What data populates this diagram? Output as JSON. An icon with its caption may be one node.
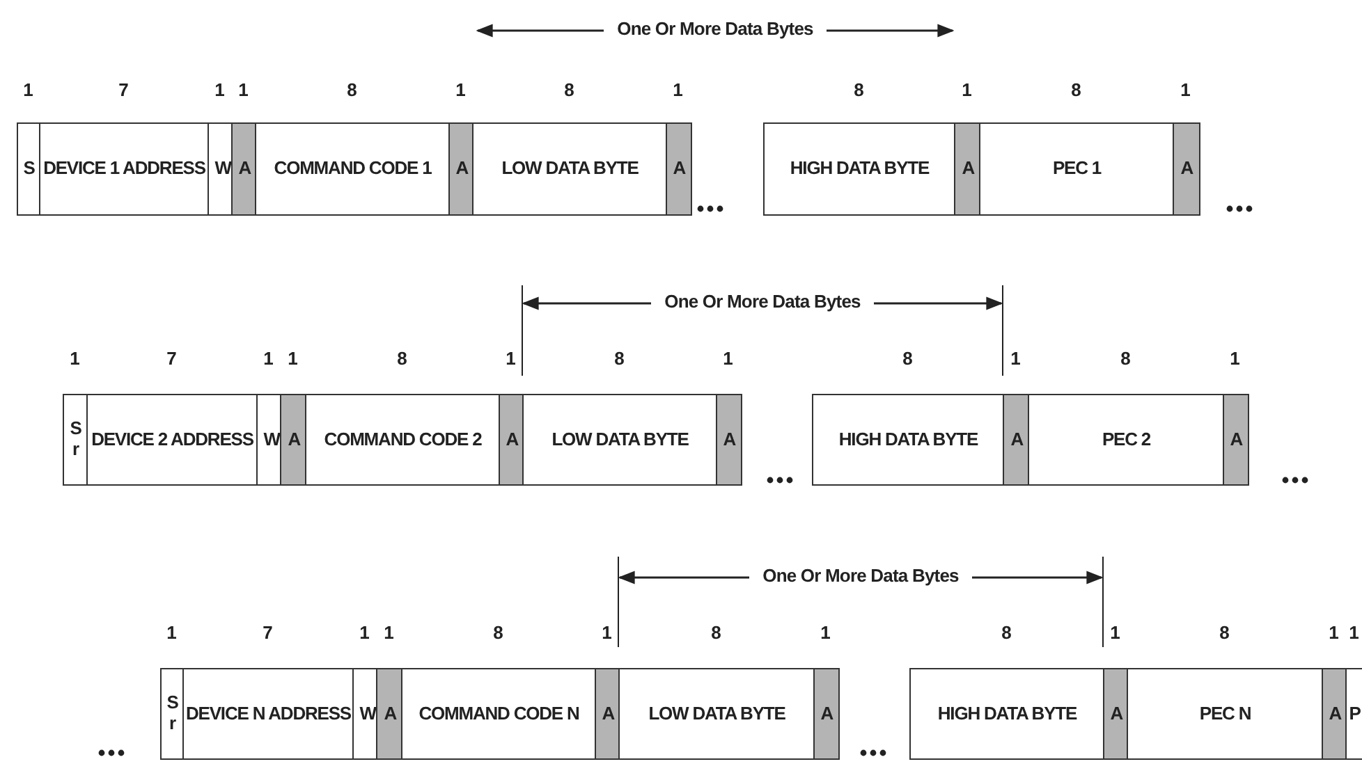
{
  "diagram": {
    "nodes": [
      {
        "text": [
          "S"
        ]
      },
      {
        "text": [
          "DEVICE 1 ADDRESS"
        ]
      },
      {
        "text": [
          "W"
        ]
      },
      {
        "text": [
          "A"
        ]
      },
      {
        "text": [
          "COMMAND CODE 1"
        ]
      },
      {
        "text": [
          "A"
        ]
      },
      {
        "text": [
          "LOW DATA BYTE"
        ]
      },
      {
        "text": [
          "A"
        ]
      },
      {
        "text": [
          "HIGH DATA BYTE"
        ]
      },
      {
        "text": [
          "A"
        ]
      },
      {
        "text": [
          "PEC 1"
        ]
      },
      {
        "text": [
          "A"
        ]
      },
      {
        "text": [
          "Sr"
        ]
      },
      {
        "text": [
          "DEVICE 2 ADDRESS"
        ]
      },
      {
        "text": [
          "W"
        ]
      },
      {
        "text": [
          "A"
        ]
      },
      {
        "text": [
          "COMMAND CODE 2"
        ]
      },
      {
        "text": [
          "A"
        ]
      },
      {
        "text": [
          "LOW DATA BYTE"
        ]
      },
      {
        "text": [
          "A"
        ]
      },
      {
        "text": [
          "HIGH DATA BYTE"
        ]
      },
      {
        "text": [
          "A"
        ]
      },
      {
        "text": [
          "PEC 2"
        ]
      },
      {
        "text": [
          "A"
        ]
      },
      {
        "text": [
          "Sr"
        ]
      },
      {
        "text": [
          "DEVICE N ADDRESS"
        ]
      },
      {
        "text": [
          "W"
        ]
      },
      {
        "text": [
          "A"
        ]
      },
      {
        "text": [
          "COMMAND CODE N"
        ]
      },
      {
        "text": [
          "A"
        ]
      },
      {
        "text": [
          "LOW DATA BYTE"
        ]
      },
      {
        "text": [
          "A"
        ]
      },
      {
        "text": [
          "HIGH DATA BYTE"
        ]
      },
      {
        "text": [
          "A"
        ]
      },
      {
        "text": [
          "PEC N"
        ]
      },
      {
        "text": [
          "A"
        ]
      },
      {
        "text": [
          "P"
        ]
      }
    ],
    "edges": [],
    "labels": [
      "One Or More Data Bytes",
      "1",
      "7",
      "1",
      "1",
      "8",
      "1",
      "8",
      "1",
      "8",
      "1",
      "8",
      "1",
      "One Or More Data Bytes",
      "1",
      "7",
      "1",
      "1",
      "8",
      "1",
      "8",
      "1",
      "8",
      "1",
      "8",
      "1",
      "One Or More Data Bytes",
      "1",
      "7",
      "1",
      "1",
      "8",
      "1",
      "8",
      "1",
      "8",
      "1",
      "8",
      "1",
      "1"
    ]
  }
}
